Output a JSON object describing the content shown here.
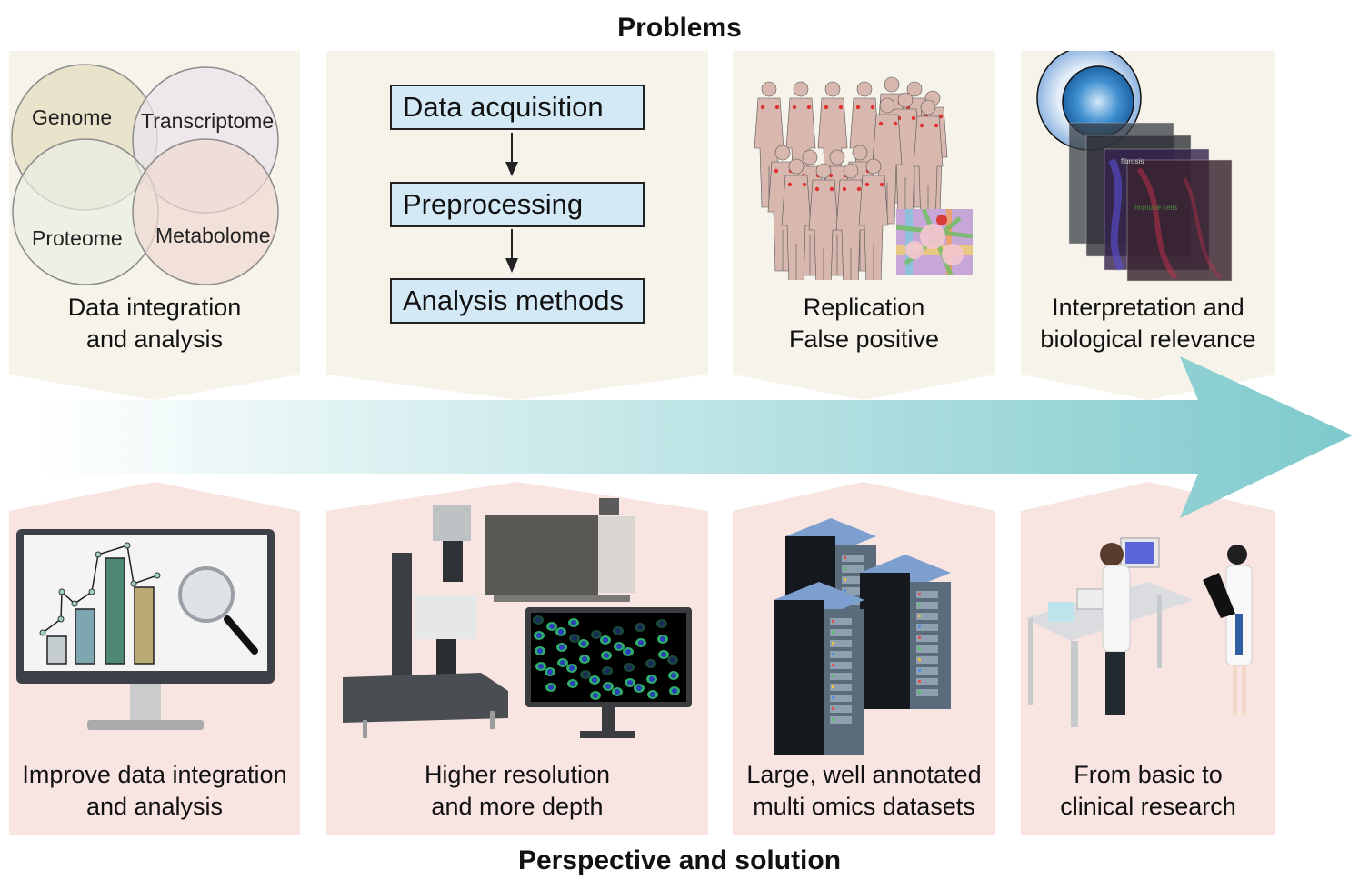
{
  "headings": {
    "top": "Problems",
    "bottom": "Perspective and solution"
  },
  "colors": {
    "problem_panel_bg": "#f6f3ea",
    "solution_panel_bg": "#f8e4e1",
    "arrow_start": "#ffffff",
    "arrow_end": "#7ecacc",
    "flowbox_fill": "#d4e9f6"
  },
  "problems": [
    {
      "caption_line1": "Data integration",
      "caption_line2": "and analysis",
      "venn": {
        "sets": [
          "Genome",
          "Transcriptome",
          "Proteome",
          "Metabolome"
        ],
        "colors": [
          "#e6dfc6",
          "#ebe4ee",
          "#e9eee3",
          "#efd8d2"
        ]
      }
    },
    {
      "caption_line1": "",
      "caption_line2": "",
      "flow": [
        "Data acquisition",
        "Preprocessing",
        "Analysis methods"
      ]
    },
    {
      "caption_line1": "Replication",
      "caption_line2": "False positive",
      "illustration": "population-of-human-figures-with-network-map"
    },
    {
      "caption_line1": "Interpretation and",
      "caption_line2": "biological relevance",
      "illustration": "cell-with-stacked-tissue-image-layers",
      "image_labels": [
        "fibrosis",
        "Immune cells"
      ]
    }
  ],
  "solutions": [
    {
      "caption_line1": "Improve data integration",
      "caption_line2": "and analysis",
      "illustration": "monitor-with-bar-chart-and-magnifier"
    },
    {
      "caption_line1": "Higher resolution",
      "caption_line2": "and more depth",
      "illustration": "microscope-instrument-and-fluorescence-monitor"
    },
    {
      "caption_line1": "Large, well annotated",
      "caption_line2": "multi omics datasets",
      "illustration": "server-racks"
    },
    {
      "caption_line1": "From basic to",
      "caption_line2": "clinical research",
      "illustration": "lab-scientist-and-doctor"
    }
  ]
}
